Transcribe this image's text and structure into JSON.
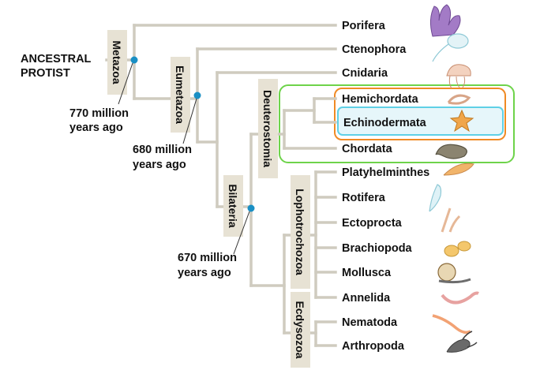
{
  "root": {
    "line1": "ANCESTRAL",
    "line2": "PROTIST"
  },
  "taxa": [
    {
      "name": "Porifera",
      "icon": "sponge-icon"
    },
    {
      "name": "Ctenophora",
      "icon": "comb-jelly-icon"
    },
    {
      "name": "Cnidaria",
      "icon": "jellyfish-icon"
    },
    {
      "name": "Hemichordata",
      "icon": "acorn-worm-icon"
    },
    {
      "name": "Echinodermata",
      "icon": "sea-star-icon"
    },
    {
      "name": "Chordata",
      "icon": "lamprey-icon"
    },
    {
      "name": "Platyhelminthes",
      "icon": "flatworm-icon"
    },
    {
      "name": "Rotifera",
      "icon": "rotifer-icon"
    },
    {
      "name": "Ectoprocta",
      "icon": "bryozoan-icon"
    },
    {
      "name": "Brachiopoda",
      "icon": "brachiopod-icon"
    },
    {
      "name": "Mollusca",
      "icon": "snail-icon"
    },
    {
      "name": "Annelida",
      "icon": "earthworm-icon"
    },
    {
      "name": "Nematoda",
      "icon": "roundworm-icon"
    },
    {
      "name": "Arthropoda",
      "icon": "lobster-icon"
    }
  ],
  "clades": {
    "metazoa": "Metazoa",
    "eumetazoa": "Eumetazoa",
    "bilateria": "Bilateria",
    "deuterostomia": "Deuterostomia",
    "lophotrochozoa": "Lophotrochozoa",
    "ecdysozoa": "Ecdysozoa"
  },
  "dates": {
    "metazoa": {
      "line1": "770 million",
      "line2": "years ago"
    },
    "eumetazoa": {
      "line1": "680 million",
      "line2": "years ago"
    },
    "bilateria": {
      "line1": "670 million",
      "line2": "years ago"
    }
  },
  "colors": {
    "branch": "#cfcbbf",
    "clade_box": "#e7e2d4",
    "node_dot": "#1a8fc4",
    "green_outline": "#6ed34a",
    "orange_outline": "#f08a24",
    "cyan_outline": "#5fd0e6",
    "cyan_fill": "#e6f6fa"
  }
}
